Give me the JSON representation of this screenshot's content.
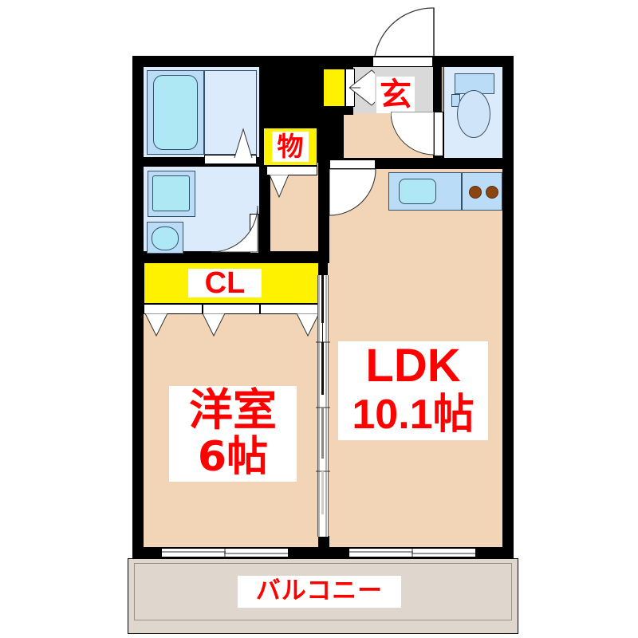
{
  "plan": {
    "type": "japanese-apartment-floorplan",
    "layout_code": "1LDK",
    "rooms": [
      {
        "id": "ldk",
        "label": "LDK\n10.1帖",
        "name": "LDK",
        "size_jo": 10.1,
        "floor_color": "#F2D4B6"
      },
      {
        "id": "washitsu",
        "label": "洋室\n6帖",
        "name": "洋室",
        "size_jo": 6,
        "floor_color": "#F2D4B6"
      },
      {
        "id": "balcony",
        "label": "バルコニー",
        "name": "バルコニー",
        "floor_color": "#DFD6CE"
      },
      {
        "id": "genkan",
        "label": "玄",
        "name": "玄関",
        "floor_color": "#D9D9D9"
      },
      {
        "id": "closet_cl",
        "label": "CL",
        "name": "クローゼット",
        "floor_color": "#FFF200"
      },
      {
        "id": "closet_mono",
        "label": "物",
        "name": "物入",
        "floor_color": "#FFF200"
      }
    ],
    "labels": {
      "ldk": "LDK\n10.1帖",
      "ldk_line1": "LDK",
      "ldk_line2": "10.1帖",
      "bedroom_line1": "洋室",
      "bedroom_line2": "6帖",
      "balcony": "バルコニー",
      "entrance": "玄",
      "closet": "CL",
      "storage": "物"
    },
    "fixtures": [
      {
        "name": "bathtub",
        "room": "bathroom"
      },
      {
        "name": "wash-basin",
        "room": "washroom"
      },
      {
        "name": "toilet-washroom",
        "room": "washroom"
      },
      {
        "name": "toilet",
        "room": "toilet-room"
      },
      {
        "name": "kitchen-sink",
        "room": "ldk"
      },
      {
        "name": "gas-burner",
        "room": "ldk",
        "count": 2
      },
      {
        "name": "shoe-cabinet",
        "room": "genkan"
      }
    ],
    "colors": {
      "wall": "#000000",
      "room_floor": "#F2D4B6",
      "wet_floor": "#DCEBFB",
      "entry_floor": "#D9D9D9",
      "balcony_floor": "#DFD6CE",
      "closet_yellow": "#FFF200",
      "label_red": "#FF0000",
      "fixture_blue": "#BBDCF7",
      "fixture_cyan": "#AFE8F5",
      "burner_brown": "#8B4513"
    }
  }
}
